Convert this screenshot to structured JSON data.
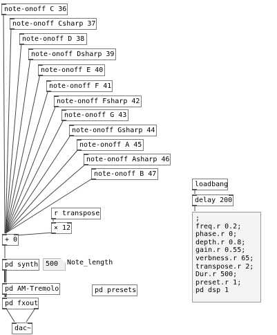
{
  "objects": {
    "note_c": "note-onoff C 36",
    "note_csharp": "note-onoff Csharp 37",
    "note_d": "note-onoff D 38",
    "note_dsharp": "note-onoff Dsharp 39",
    "note_e": "note-onoff E 40",
    "note_f": "note-onoff F 41",
    "note_fsharp": "note-onoff Fsharp 42",
    "note_g": "note-onoff G 43",
    "note_gsharp": "note-onoff Gsharp 44",
    "note_a": "note-onoff A 45",
    "note_asharp": "note-onoff Asharp 46",
    "note_b": "note-onoff B 47",
    "r_transpose": "r transpose",
    "times_12": "× 12",
    "plus_0": "+ 0",
    "pd_synth": "pd synth",
    "pd_am_tremolo": "pd AM-Tremolo",
    "pd_fxout": "pd fxout",
    "dac": "dac~",
    "pd_presets": "pd presets",
    "loadbang": "loadbang",
    "delay_200": "delay 200"
  },
  "atom": {
    "value": "500"
  },
  "comment": {
    "note_length": "Note_length"
  },
  "message": {
    "text": ";\nfreq.r 0.2;\nphase.r 0;\ndepth.r 0.8;\ngain.r 0.55;\nverbness.r 65;\ntranspose.r 2;\nDur.r 500;\npreset.r 1;\npd dsp 1"
  }
}
